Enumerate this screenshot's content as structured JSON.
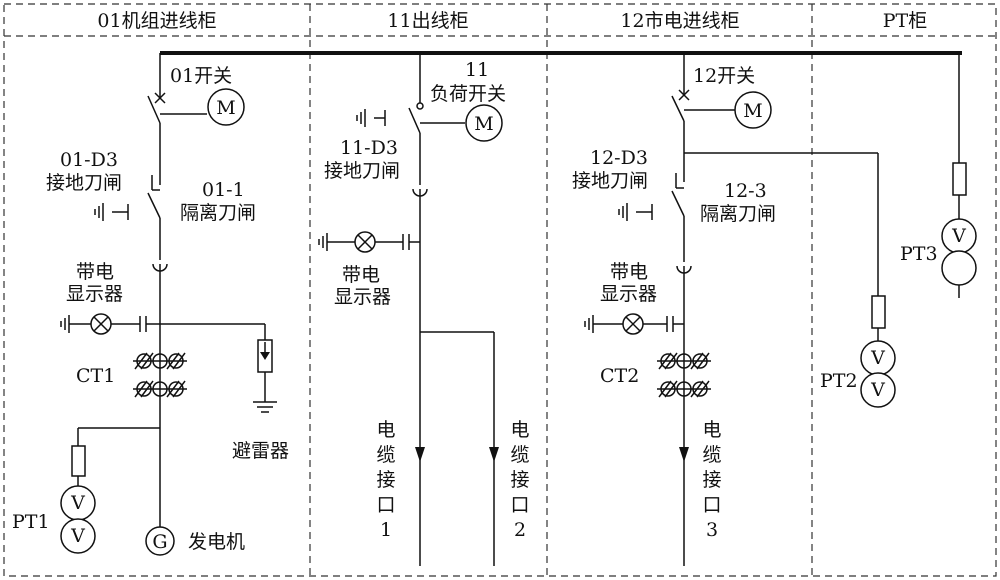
{
  "headers": [
    "01机组进线柜",
    "11出线柜",
    "12市电进线柜",
    "PT柜"
  ],
  "labels": {
    "sw01": "01开关",
    "m": "M",
    "d3_01_a": "01-D3",
    "d3_01_b": "接地刀闸",
    "iso01_a": "01-1",
    "iso01_b": "隔离刀闸",
    "live01_a": "带电",
    "live01_b": "显示器",
    "ct1": "CT1",
    "arrester": "避雷器",
    "pt1": "PT1",
    "v": "V",
    "g": "G",
    "gen": "发电机",
    "sw11_a": "11",
    "sw11_b": "负荷开关",
    "d3_11_a": "11-D3",
    "d3_11_b": "接地刀闸",
    "live11_a": "带电",
    "live11_b": "显示器",
    "cable1": [
      "电",
      "缆",
      "接",
      "口",
      "1"
    ],
    "cable2": [
      "电",
      "缆",
      "接",
      "口",
      "2"
    ],
    "sw12": "12开关",
    "d3_12_a": "12-D3",
    "d3_12_b": "接地刀闸",
    "iso12_a": "12-3",
    "iso12_b": "隔离刀闸",
    "live12_a": "带电",
    "live12_b": "显示器",
    "ct2": "CT2",
    "cable3": [
      "电",
      "缆",
      "接",
      "口",
      "3"
    ],
    "pt2": "PT2",
    "pt3": "PT3"
  }
}
